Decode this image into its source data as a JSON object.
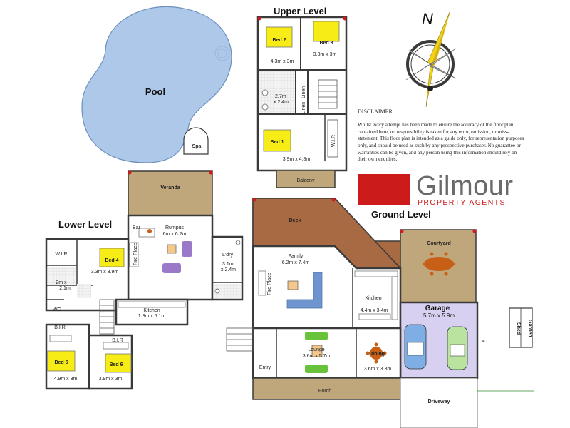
{
  "levels": {
    "upper": "Upper Level",
    "lower": "Lower Level",
    "ground": "Ground Level"
  },
  "compass": {
    "north": "N"
  },
  "disclaimer": {
    "heading": "DISCLAIMER:",
    "text": "Whilst every attempt has been made to ensure the accuracy of the floor plan contained here, no responsibility is taken for any error, omission, or miss-statement. This floor plan is intended as a guide only, for representation purposes only, and should be used as such by any prospective purchaser. No guarantee or warranties can be given, and any person using this information should rely on their own enquires."
  },
  "brand": {
    "name": "Gilmour",
    "tagline": "PROPERTY AGENTS",
    "accent": "#cc1b1b"
  },
  "outdoor": {
    "pool": "Pool",
    "spa": "Spa",
    "garden_shed": "Garden",
    "shed": "Shed",
    "driveway": "Driveway"
  },
  "upper": {
    "bed2": "Bed 2",
    "bed2_size": "4.3m x 3m",
    "bed3": "Bed 3",
    "bed3_size": "3.3m x 3m",
    "bath_size_1": "2.7m",
    "bath_size_2": "x 2.4m",
    "linen_1": "Linen",
    "linen_2": "Linen",
    "wir": "W.I.R",
    "bed1": "Bed 1",
    "bed1_size": "3.9m x 4.8m",
    "balcony": "Balcony"
  },
  "lower": {
    "veranda": "Veranda",
    "bar": "Bar",
    "rumpus": "Rumpus",
    "rumpus_size": "6m x 6.2m",
    "fire_place": "Fire Place",
    "laundry": "L'dry",
    "laundry_size_1": "3.1m",
    "laundry_size_2": "x 2.4m",
    "wir": "W.I.R",
    "bed4": "Bed 4",
    "bed4_size": "3.3m x 3.9m",
    "bath_size_1": "2m x",
    "bath_size_2": "2.1m",
    "wc": "WC",
    "kitchen": "Kitchen",
    "kitchen_size": "1.8m x 5.1m",
    "bir_1": "B.I.R",
    "bir_2": "B.I.R",
    "bed5": "Bed 5",
    "bed5_size": "4.9m x 3m",
    "bed6": "Bed 6",
    "bed6_size": "3.9m x 3m"
  },
  "ground": {
    "deck": "Deck",
    "courtyard": "Courtyard",
    "family": "Family",
    "family_size": "6.2m x 7.4m",
    "fire_place": "Fire Place",
    "kitchen": "Kitchen",
    "kitchen_size": "4.4m x 3.4m",
    "garage": "Garage",
    "garage_size": "5.7m x 5.9m",
    "lounge": "Lounge",
    "lounge_size": "3.6m x 5.7m",
    "dining": "Dining",
    "dining_size": "3.6m x 3.3m",
    "entry": "Entry",
    "porch": "Porch",
    "ac": "AC"
  },
  "colors": {
    "wall": "#3a3a3a",
    "floor": "#ffffff",
    "deck": "#a86a43",
    "veranda": "#bfa67b",
    "bedroom": "#f7ec16",
    "garage": "#d8d0f0",
    "pool": "#adc8e8",
    "sofa_blue": "#6f95cf",
    "sofa_green": "#68c23a",
    "sofa_purple": "#9a79c9",
    "rug": "#f4c88a",
    "table": "#c85f17"
  }
}
